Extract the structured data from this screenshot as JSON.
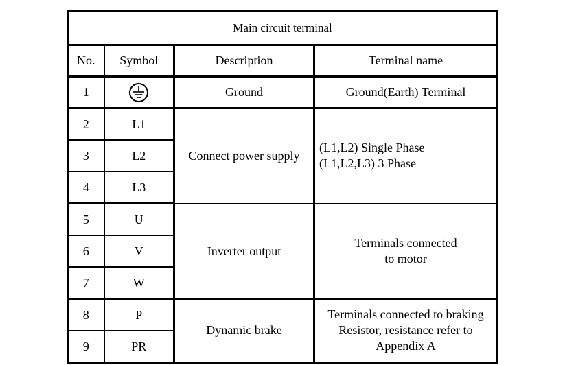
{
  "title": "Main  circuit  terminal",
  "headers": {
    "no": "No.",
    "symbol": "Symbol",
    "description": "Description",
    "terminal_name": "Terminal  name"
  },
  "rows": [
    {
      "no": "1",
      "symbol": "ground-symbol-icon"
    },
    {
      "no": "2",
      "symbol": "L1"
    },
    {
      "no": "3",
      "symbol": "L2"
    },
    {
      "no": "4",
      "symbol": "L3"
    },
    {
      "no": "5",
      "symbol": "U"
    },
    {
      "no": "6",
      "symbol": "V"
    },
    {
      "no": "7",
      "symbol": "W"
    },
    {
      "no": "8",
      "symbol": "P"
    },
    {
      "no": "9",
      "symbol": "PR"
    }
  ],
  "groups": {
    "ground": {
      "description": "Ground",
      "terminal_name": "Ground(Earth) Terminal"
    },
    "power": {
      "description": "Connect power supply",
      "terminal_name_lines": [
        "(L1,L2) Single Phase",
        "(L1,L2,L3) 3 Phase"
      ]
    },
    "inverter": {
      "description": "Inverter output",
      "terminal_name_lines": [
        "Terminals connected",
        "to motor"
      ]
    },
    "brake": {
      "description": "Dynamic brake",
      "terminal_name_lines": [
        "Terminals connected to braking",
        "Resistor, resistance refer to",
        "Appendix A"
      ]
    }
  }
}
